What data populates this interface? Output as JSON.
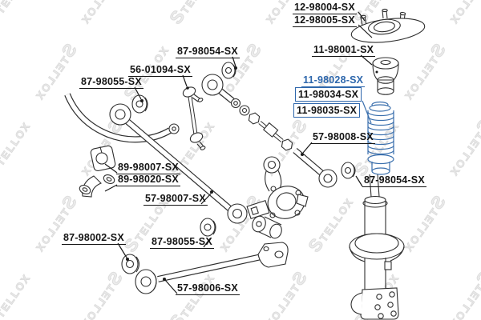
{
  "brand": "STELLOX",
  "colors": {
    "highlight_blue": "#2e67ac",
    "drawing_blue": "#3a6fad",
    "line_black": "#2f2f2f",
    "watermark_gray": "#e3e3e3",
    "background": "#ffffff"
  },
  "labels": [
    {
      "text": "12-98004-SX",
      "style": "plain"
    },
    {
      "text": "12-98005-SX",
      "style": "plain"
    },
    {
      "text": "11-98001-SX",
      "style": "plain"
    },
    {
      "text": "87-98054-SX",
      "style": "plain"
    },
    {
      "text": "56-01094-SX",
      "style": "plain"
    },
    {
      "text": "87-98055-SX",
      "style": "plain"
    },
    {
      "text": "11-98028-SX",
      "style": "highlighted"
    },
    {
      "text": "11-98034-SX",
      "style": "boxed"
    },
    {
      "text": "11-98035-SX",
      "style": "boxed"
    },
    {
      "text": "57-98008-SX",
      "style": "plain"
    },
    {
      "text": "89-98007-SX",
      "style": "plain"
    },
    {
      "text": "89-98020-SX",
      "style": "plain"
    },
    {
      "text": "57-98007-SX",
      "style": "plain"
    },
    {
      "text": "87-98002-SX",
      "style": "plain"
    },
    {
      "text": "87-98055-SX",
      "style": "plain"
    },
    {
      "text": "57-98006-SX",
      "style": "plain"
    },
    {
      "text": "87-98054-SX",
      "style": "plain"
    }
  ]
}
